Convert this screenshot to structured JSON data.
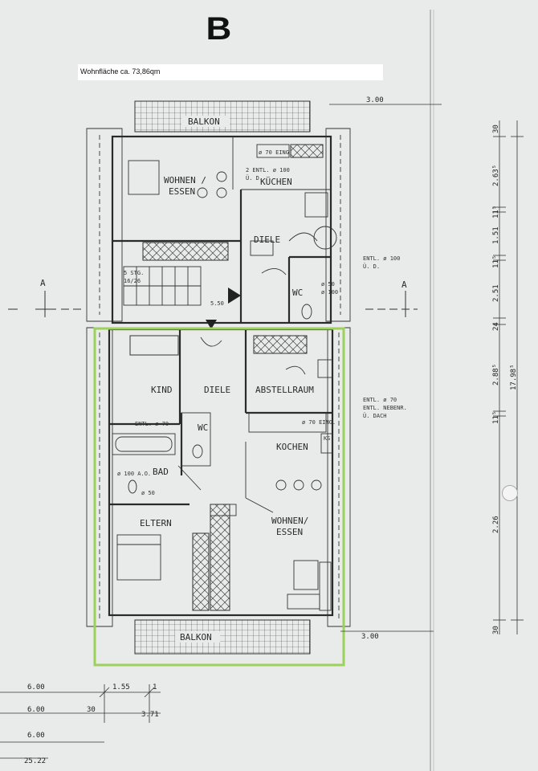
{
  "page_marker": "B",
  "area_label": "Wohnfläche ca. 73,86qm",
  "upper_unit": {
    "balcony": "BALKON",
    "living": "WOHNEN /",
    "living2": "ESSEN",
    "kitchen": "KÜCHEN",
    "hall": "DIELE",
    "wc": "WC",
    "stairs": "5 STG.",
    "stairs2": "16/26",
    "ventilation": "ENTL. ø 100",
    "ventilation2": "Ü. D.",
    "ventilation3": "2 ENTL. ø 100",
    "ventilation4": "Ü. D.",
    "exhaust": "ø 70 EING.",
    "level": "5.50",
    "ventilation5": "ø 50",
    "ventilation6": "ø 100"
  },
  "lower_unit": {
    "child": "KIND",
    "hall": "DIELE",
    "storage": "ABSTELLRAUM",
    "wc": "WC",
    "kitchen": "KOCHEN",
    "bath": "BAD",
    "parents": "ELTERN",
    "living": "WOHNEN/",
    "living2": "ESSEN",
    "balcony": "BALKON",
    "ventilation": "ø 100 A.O.",
    "ventilation2": "ø 50",
    "ventilation3": "ENTL. ø 70",
    "exhaust": "ø 70 EING.",
    "vent_label": "ENTL. ø 70",
    "vent_label2": "ENTL. NEBENR.",
    "vent_label3": "Ü. DACH",
    "fridge": "KS"
  },
  "section_marker": "A",
  "dimensions": {
    "top_right": "3.00",
    "bottom_right": "3.00",
    "v1": "30",
    "v2": "2.63⁵",
    "v3": "11⁵",
    "v4": "1.51",
    "v5": "11⁵",
    "v6": "2.51",
    "v7": "24",
    "v8": "2.88⁵",
    "v9": "11⁵",
    "v10": "2.26",
    "v11": "30",
    "v_total": "17.98⁵",
    "b1": "6.00",
    "b2": "1.55",
    "b3": "1",
    "b4": "6.00",
    "b5": "30",
    "b6": "3.71",
    "b7": "6.00",
    "b8": "25.22"
  },
  "highlight_color": "#9bd35a"
}
